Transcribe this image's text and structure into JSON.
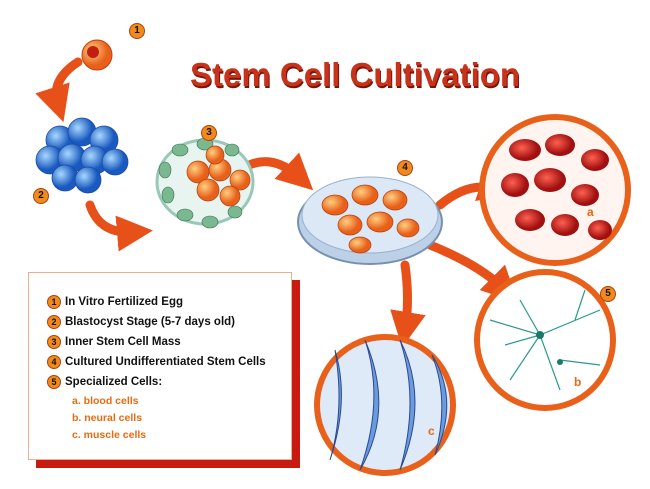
{
  "title": "Stem Cell Cultivation",
  "markers": [
    "1",
    "2",
    "3",
    "4",
    "5"
  ],
  "legend": {
    "items": [
      {
        "num": "1",
        "label": "In Vitro Fertilized Egg"
      },
      {
        "num": "2",
        "label": "Blastocyst Stage (5-7 days old)"
      },
      {
        "num": "3",
        "label": "Inner Stem Cell Mass"
      },
      {
        "num": "4",
        "label": "Cultured Undifferentiated Stem Cells"
      },
      {
        "num": "5",
        "label": "Specialized Cells:"
      }
    ],
    "sub": [
      "a.  blood cells",
      "b.  neural cells",
      "c.  muscle cells"
    ]
  },
  "cell_labels": [
    "a",
    "b",
    "c"
  ],
  "colors": {
    "arrow": "#e8501a",
    "title": "#c8321a",
    "ring": "#e8601a",
    "blastocyst": "#3a7fd8",
    "stem": "#f08a1a"
  }
}
